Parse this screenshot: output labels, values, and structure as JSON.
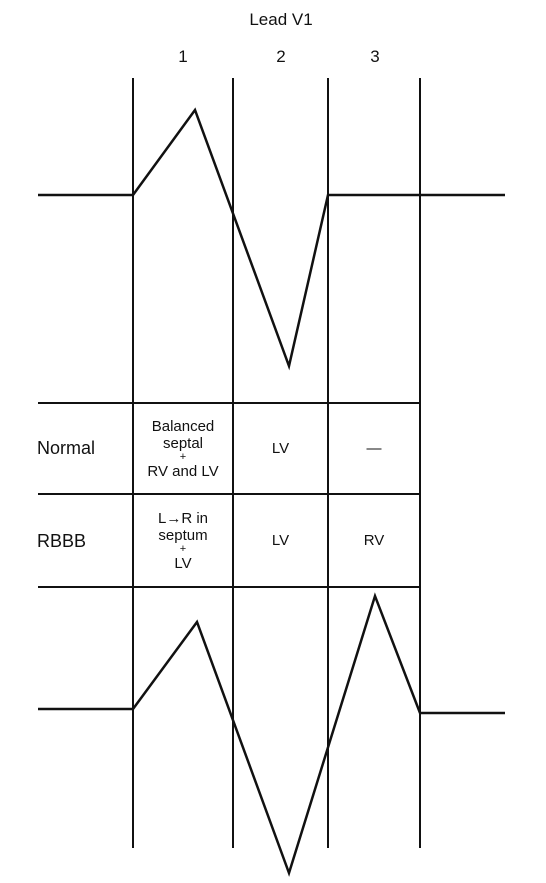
{
  "title": "Lead V1",
  "columns": [
    "1",
    "2",
    "3"
  ],
  "rows": [
    {
      "label": "Normal",
      "cells": [
        [
          "Balanced",
          "septal",
          "+",
          "RV and LV"
        ],
        [
          "LV"
        ],
        [
          "—"
        ]
      ]
    },
    {
      "label": "RBBB",
      "cells": [
        [
          "L→R in",
          "septum",
          "+",
          "LV"
        ],
        [
          "LV"
        ],
        [
          "RV"
        ]
      ]
    }
  ],
  "colors": {
    "line": "#111111",
    "background": "#ffffff"
  }
}
